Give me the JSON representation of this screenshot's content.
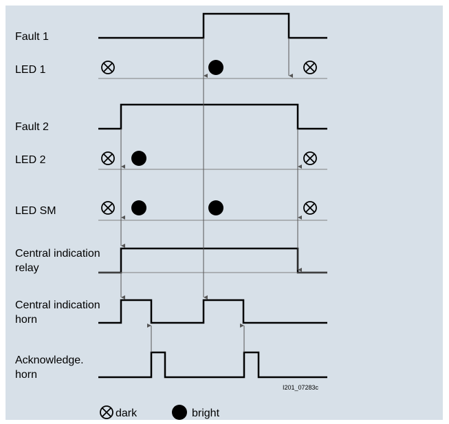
{
  "signals": {
    "fault1": "Fault 1",
    "led1": "LED 1",
    "fault2": "Fault 2",
    "led2": "LED 2",
    "ledsm": "LED SM",
    "relay_line1": "Central indication",
    "relay_line2": "relay",
    "horn_line1": "Central indication",
    "horn_line2": "horn",
    "ack_line1": "Acknowledge.",
    "ack_line2": "horn"
  },
  "figure_code": "I201_07283c",
  "legend": {
    "dark_label": "dark",
    "bright_label": "bright",
    "dark_icon": "crossed-circle-icon",
    "bright_icon": "filled-circle-icon"
  },
  "colors": {
    "background": "#d7e0e8",
    "trace": "#000000",
    "baseline": "#7f7f7f",
    "arrow": "#555555"
  }
}
